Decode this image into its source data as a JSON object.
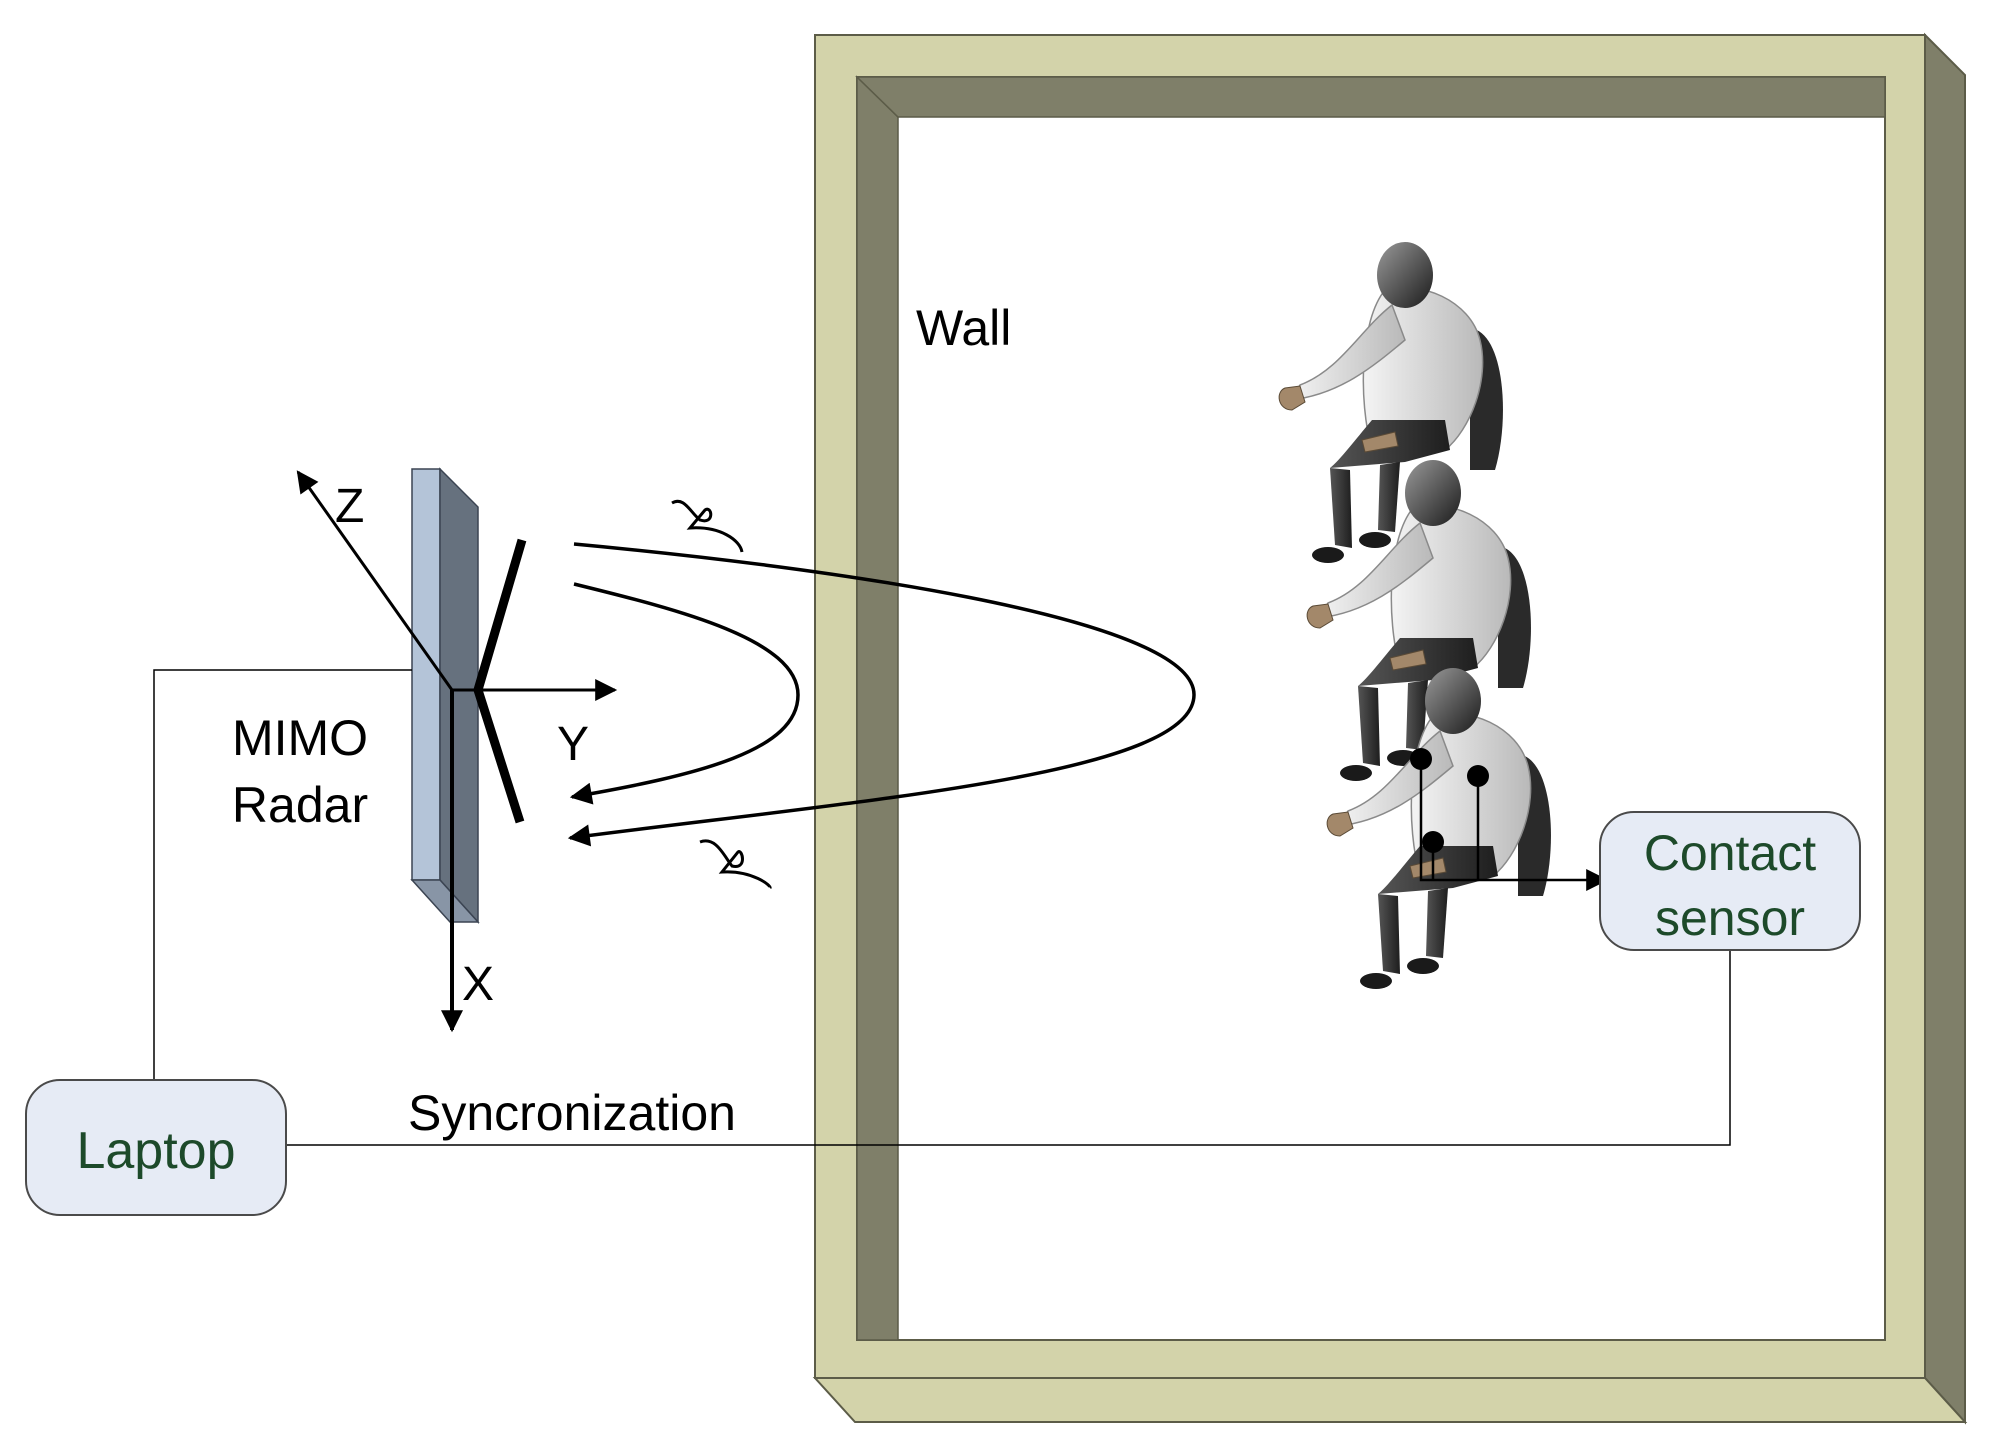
{
  "labels": {
    "wall": "Wall",
    "radar_line1": "MIMO",
    "radar_line2": "Radar",
    "axis_x": "X",
    "axis_y": "Y",
    "axis_z": "Z",
    "sync": "Syncronization",
    "laptop": "Laptop",
    "contact_line1": "Contact",
    "contact_line2": "sensor"
  },
  "colors": {
    "wall_light": "#d3d3aa",
    "wall_dark": "#7f7f69",
    "radar_front": "#b4c4d8",
    "radar_side": "#66717e",
    "box_fill": "#e6ebf5",
    "box_text": "#1d4a2a"
  },
  "icons": {
    "person": "seated-mannequin-icon",
    "breakline": "wavy-break-icon"
  }
}
